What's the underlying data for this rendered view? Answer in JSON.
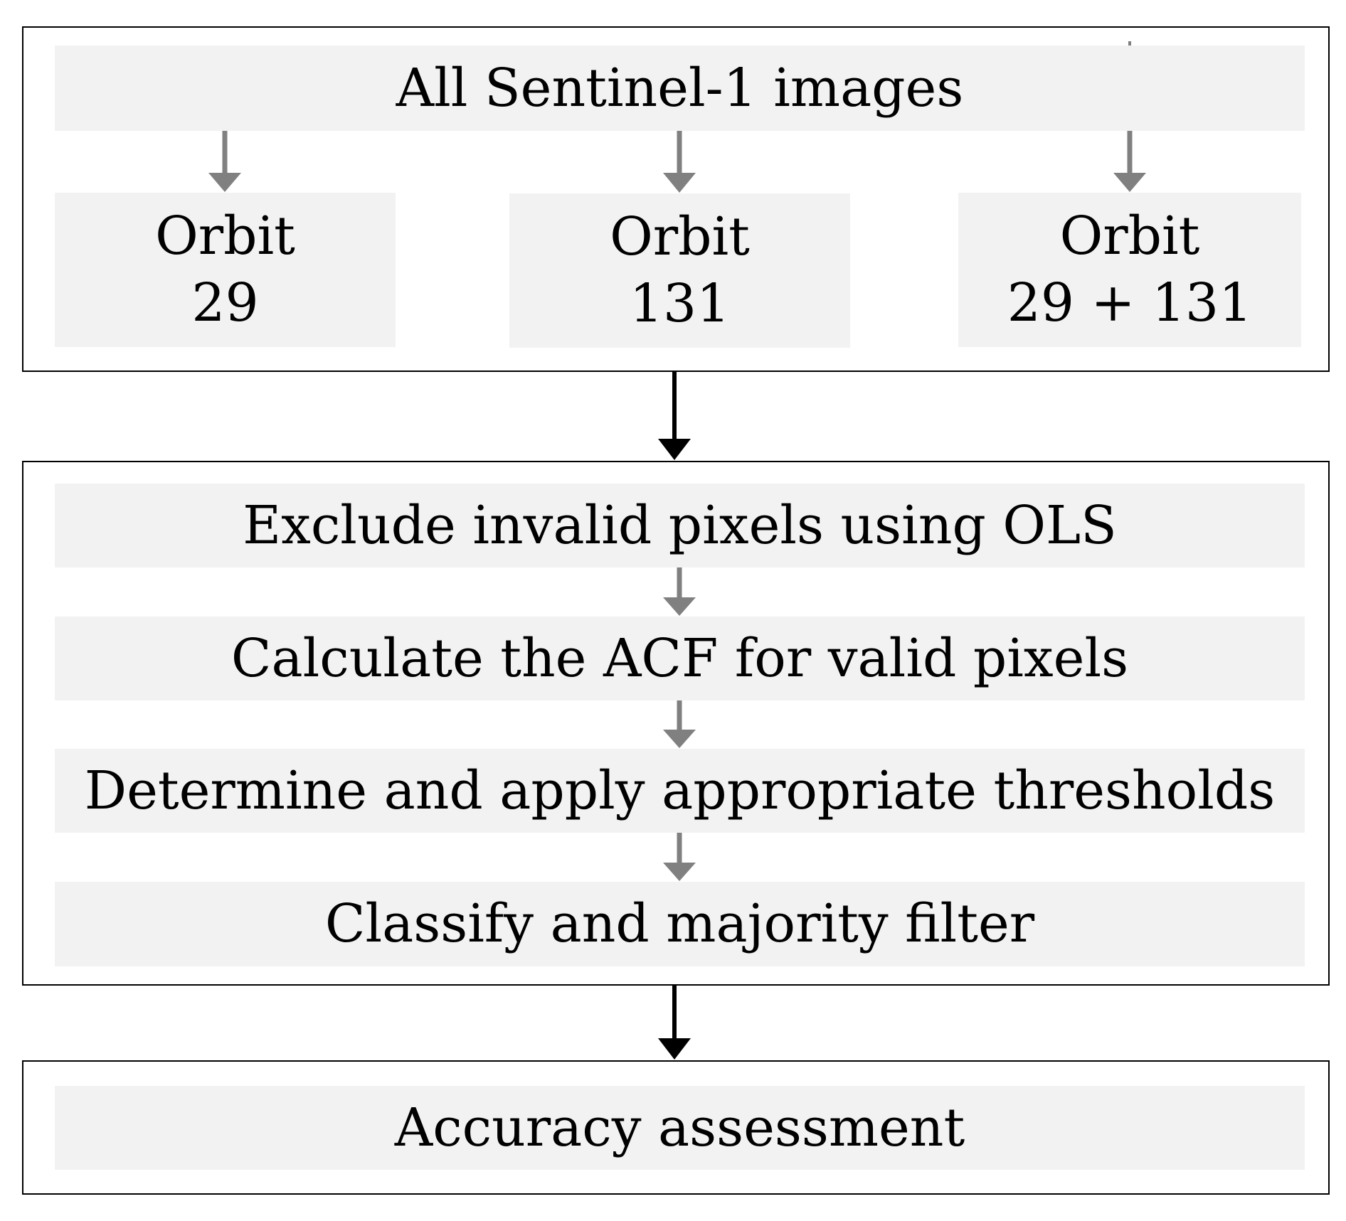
{
  "diagram": {
    "source_box": {
      "label": "All Sentinel-1 images"
    },
    "orbits": [
      {
        "line1": "Orbit",
        "line2": "29"
      },
      {
        "line1": "Orbit",
        "line2": "131"
      },
      {
        "line1": "Orbit",
        "line2": "29 + 131"
      }
    ],
    "process_steps": [
      {
        "label": "Exclude invalid pixels using OLS"
      },
      {
        "label": "Calculate the ACF for valid pixels"
      },
      {
        "label": "Determine and apply appropriate thresholds"
      },
      {
        "label": "Classify and majority filter"
      }
    ],
    "evaluation_box": {
      "label": "Accuracy assessment"
    },
    "colors": {
      "box_fill": "#f2f2f2",
      "frame_border": "#000000",
      "inner_arrow": "#808080",
      "main_arrow": "#000000"
    }
  }
}
